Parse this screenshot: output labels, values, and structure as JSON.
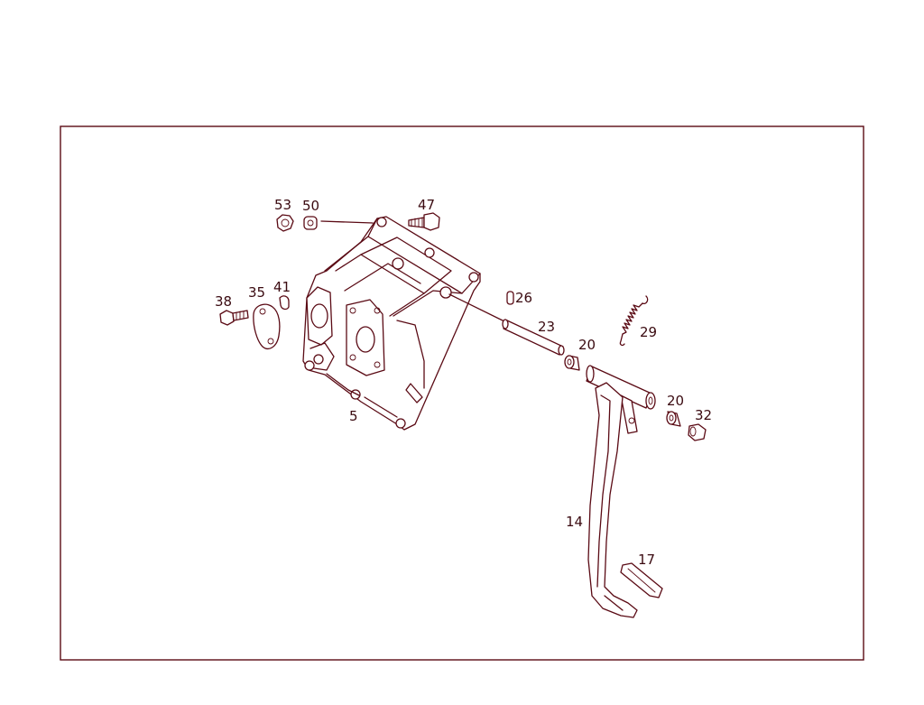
{
  "diagram": {
    "line_color": "#5a0a14",
    "background": "#ffffff",
    "callouts": [
      "53",
      "50",
      "47",
      "38",
      "35",
      "41",
      "5",
      "26",
      "23",
      "20",
      "29",
      "20",
      "32",
      "14",
      "17"
    ]
  }
}
